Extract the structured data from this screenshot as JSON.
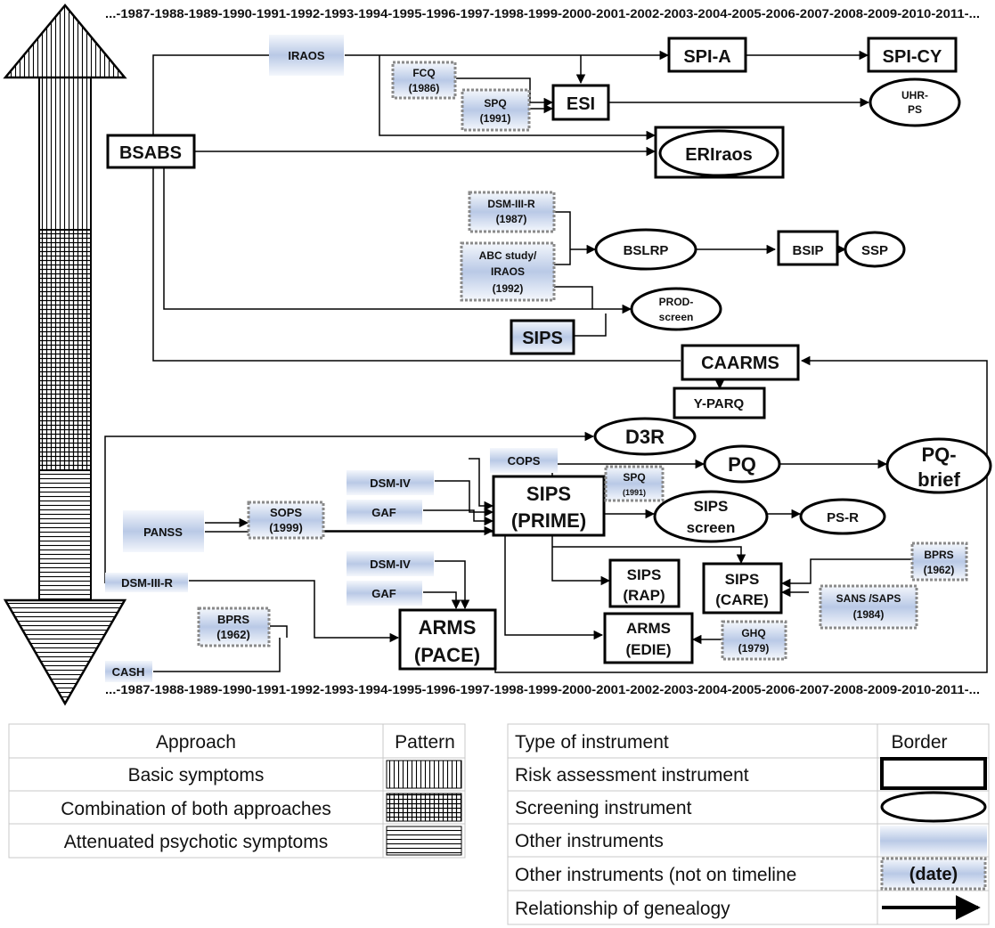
{
  "timeline_top": "...-1987-1988-1989-1990-1991-1992-1993-1994-1995-1996-1997-1998-1999-2000-2001-2002-2003-2004-2005-2006-2007-2008-2009-2010-2011-...",
  "timeline_bottom": "...-1987-1988-1989-1990-1991-1992-1993-1994-1995-1996-1997-1998-1999-2000-2001-2002-2003-2004-2005-2006-2007-2008-2009-2010-2011-...",
  "nodes": {
    "iraos": "IRAOS",
    "spi_a": "SPI-A",
    "spi_cy": "SPI-CY",
    "fcq_1": "FCQ",
    "fcq_2": "(1986)",
    "spq_top_1": "SPQ",
    "spq_top_2": "(1991)",
    "esi": "ESI",
    "uhr_1": "UHR-",
    "uhr_2": "PS",
    "bsabs": "BSABS",
    "eriraos": "ERIraos",
    "dsm3r_top_1": "DSM-III-R",
    "dsm3r_top_2": "(1987)",
    "abc_1": "ABC study/",
    "abc_2": "IRAOS",
    "abc_3": "(1992)",
    "bslrp": "BSLRP",
    "bsip": "BSIP",
    "ssp": "SSP",
    "prod_1": "PROD-",
    "prod_2": "screen",
    "sips": "SIPS",
    "caarms": "CAARMS",
    "yparq": "Y-PARQ",
    "d3r": "D3R",
    "cops": "COPS",
    "pq": "PQ",
    "pqbrief_1": "PQ-",
    "pqbrief_2": "brief",
    "dsm4_a": "DSM-IV",
    "gaf_a": "GAF",
    "sips_prime_1": "SIPS",
    "sips_prime_2": "(PRIME)",
    "spq_mid_1": "SPQ",
    "spq_mid_2": "(1991)",
    "sips_screen_1": "SIPS",
    "sips_screen_2": "screen",
    "psr": "PS-R",
    "panss": "PANSS",
    "sops_1": "SOPS",
    "sops_2": "(1999)",
    "dsm4_b": "DSM-IV",
    "gaf_b": "GAF",
    "sips_rap_1": "SIPS",
    "sips_rap_2": "(RAP)",
    "sips_care_1": "SIPS",
    "sips_care_2": "(CARE)",
    "bprs_r_1": "BPRS",
    "bprs_r_2": "(1962)",
    "sans_1": "SANS /SAPS",
    "sans_2": "(1984)",
    "dsm3r_low": "DSM-III-R",
    "bprs_l_1": "BPRS",
    "bprs_l_2": "(1962)",
    "arms_pace_1": "ARMS",
    "arms_pace_2": "(PACE)",
    "arms_edie_1": "ARMS",
    "arms_edie_2": "(EDIE)",
    "ghq_1": "GHQ",
    "ghq_2": "(1979)",
    "cash": "CASH"
  },
  "legend_approach": {
    "header_left": "Approach",
    "header_right": "Pattern",
    "rows": [
      "Basic symptoms",
      "Combination of both approaches",
      "Attenuated psychotic symptoms"
    ]
  },
  "legend_instrument": {
    "header_left": "Type of instrument",
    "header_right": "Border",
    "rows": [
      "Risk assessment instrument",
      "Screening instrument",
      "Other instruments",
      "Other instruments (not on timeline",
      "Relationship of genealogy"
    ],
    "date_sample": "(date)"
  }
}
